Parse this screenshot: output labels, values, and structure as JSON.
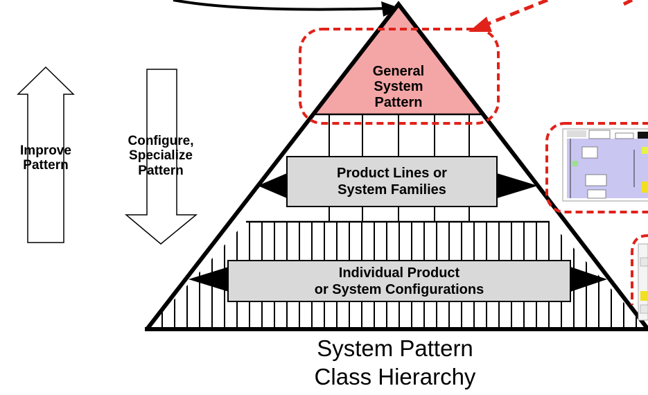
{
  "pyramid": {
    "apex_label": "General\nSystem\nPattern",
    "middle_label": "Product Lines or\nSystem Families",
    "bottom_label": "Individual Product\nor System Configurations",
    "caption_line1": "System Pattern",
    "caption_line2": "Class Hierarchy",
    "apex_fill": "#f4a6a6"
  },
  "arrows": {
    "up_label": "Improve\nPattern",
    "down_label": "Configure,\nSpecialize\nPattern"
  },
  "colors": {
    "highlight_dash": "#e0221a",
    "box_fill": "#d9d9d9"
  }
}
